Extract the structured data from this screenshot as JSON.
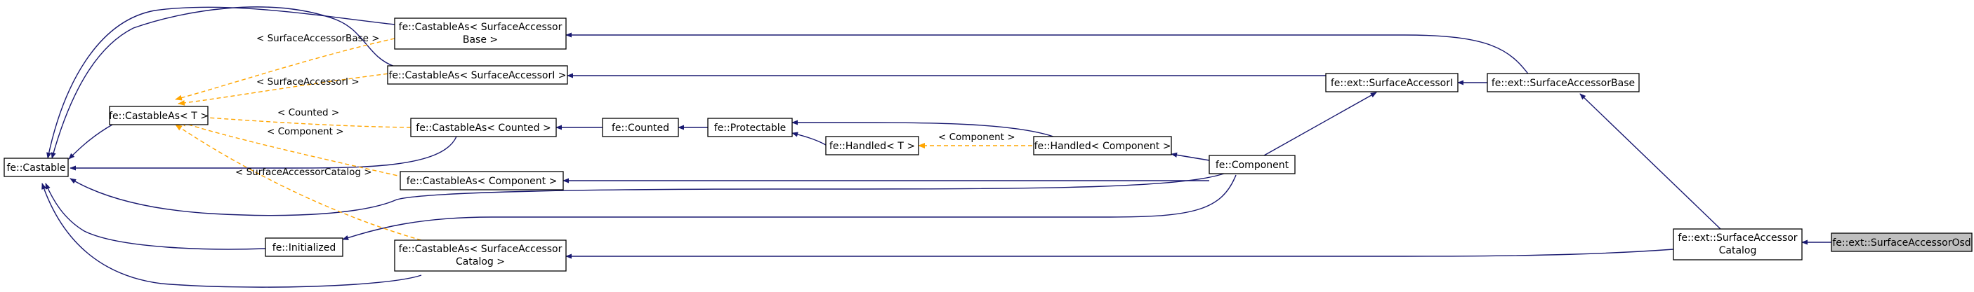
{
  "colors": {
    "inheritance_edge": "#191970",
    "template_edge": "#ffa500",
    "node_border": "#000000",
    "highlight_fill": "#bfbfbf"
  },
  "nodes": {
    "castable": {
      "lines": [
        "fe::Castable"
      ]
    },
    "castable_t": {
      "lines": [
        "fe::CastableAs< T >"
      ]
    },
    "initialized": {
      "lines": [
        "fe::Initialized"
      ]
    },
    "ca_sab": {
      "lines": [
        "fe::CastableAs< SurfaceAccessor",
        "Base >"
      ]
    },
    "ca_sai": {
      "lines": [
        "fe::CastableAs< SurfaceAccessorI >"
      ]
    },
    "ca_counted": {
      "lines": [
        "fe::CastableAs< Counted >"
      ]
    },
    "ca_component": {
      "lines": [
        "fe::CastableAs< Component >"
      ]
    },
    "ca_sac": {
      "lines": [
        "fe::CastableAs< SurfaceAccessor",
        "Catalog >"
      ]
    },
    "counted": {
      "lines": [
        "fe::Counted"
      ]
    },
    "protectable": {
      "lines": [
        "fe::Protectable"
      ]
    },
    "handled_t": {
      "lines": [
        "fe::Handled< T >"
      ]
    },
    "handled_component": {
      "lines": [
        "fe::Handled< Component >"
      ]
    },
    "component": {
      "lines": [
        "fe::Component"
      ]
    },
    "sai": {
      "lines": [
        "fe::ext::SurfaceAccessorI"
      ]
    },
    "sab": {
      "lines": [
        "fe::ext::SurfaceAccessorBase"
      ]
    },
    "sac": {
      "lines": [
        "fe::ext::SurfaceAccessor",
        "Catalog"
      ]
    },
    "saosd": {
      "lines": [
        "fe::ext::SurfaceAccessorOsd"
      ]
    }
  },
  "edge_labels": {
    "sab": "< SurfaceAccessorBase >",
    "sai": "< SurfaceAccessorI >",
    "counted": "< Counted >",
    "component": "< Component >",
    "sac": "< SurfaceAccessorCatalog >",
    "handled": "< Component >"
  }
}
